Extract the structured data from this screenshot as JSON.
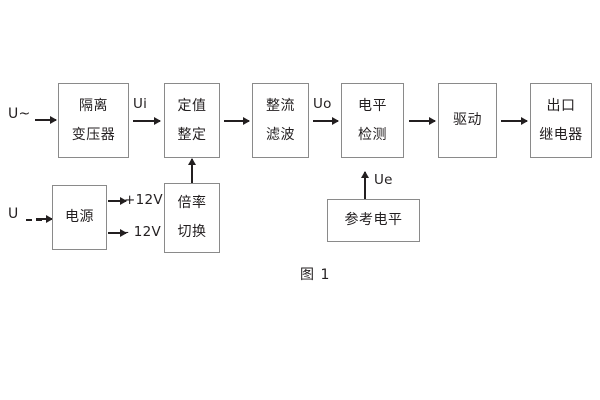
{
  "figure": {
    "caption": "图 1",
    "blocks": {
      "isolation_transformer": {
        "line1": "隔离",
        "line2": "变压器"
      },
      "setting_adjust": {
        "line1": "定值",
        "line2": "整定"
      },
      "rectify_filter": {
        "line1": "整流",
        "line2": "滤波"
      },
      "level_detect": {
        "line1": "电平",
        "line2": "检测"
      },
      "drive": {
        "line1": "驱动"
      },
      "output_relay": {
        "line1": "出口",
        "line2": "继电器"
      },
      "power_supply": {
        "line1": "电源"
      },
      "ratio_switch": {
        "line1": "倍率",
        "line2": "切换"
      },
      "reference_level": {
        "line1": "参考电平"
      }
    },
    "labels": {
      "input_ac": "U~",
      "input_dc": "U",
      "signal_ui": "Ui",
      "signal_uo": "Uo",
      "signal_ue": "Ue",
      "supply_positive": "+12V",
      "supply_negative": "- 12V"
    },
    "colors": {
      "background": "#ffffff",
      "block_border": "#8a8a8a",
      "text": "#231f20",
      "arrow": "#231f20"
    }
  }
}
